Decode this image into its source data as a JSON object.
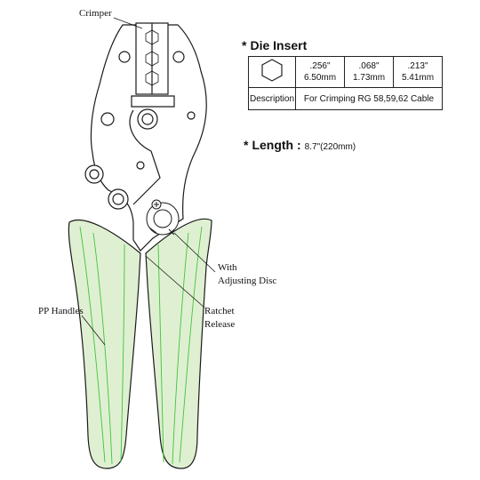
{
  "callouts": {
    "crimper": "Crimper",
    "with_line1": "With",
    "with_line2": "Adjusting Disc",
    "pp_handles": "PP Handles",
    "ratchet_line1": "Ratchet",
    "ratchet_line2": "Release"
  },
  "die_insert": {
    "star": "*",
    "title": "Die Insert",
    "hex_icon": "hexagon-icon",
    "sizes": [
      {
        "inch": ".256\"",
        "mm": "6.50mm"
      },
      {
        "inch": ".068\"",
        "mm": "1.73mm"
      },
      {
        "inch": ".213\"",
        "mm": "5.41mm"
      }
    ],
    "description_label": "Description",
    "description_value": "For Crimping RG 58,59,62 Cable"
  },
  "length": {
    "star": "*",
    "label": "Length",
    "colon": ":",
    "value": "8.7\"(220mm)"
  },
  "colors": {
    "handle_fill": "#dff0d2",
    "handle_stripe": "#3fc43a",
    "outline": "#1a1a1a"
  }
}
